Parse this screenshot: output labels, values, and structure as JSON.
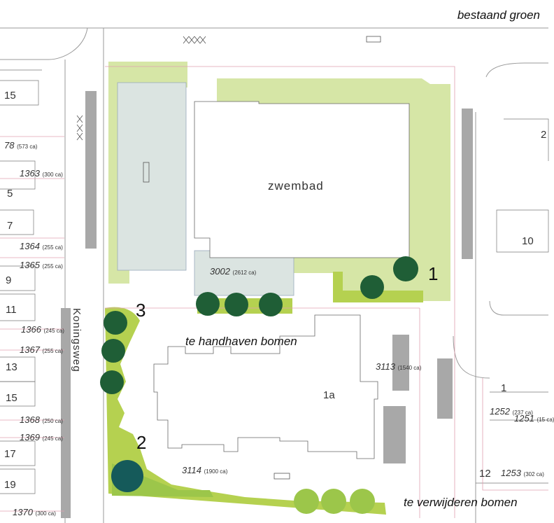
{
  "legend": {
    "existing_green": "bestaand groen",
    "keep_trees": "te handhaven bomen",
    "remove_trees": "te verwijderen bomen"
  },
  "buildings": {
    "pool": "zwembad",
    "block_1a": "1a"
  },
  "street": "Koningsweg",
  "markers": [
    "1",
    "2",
    "3"
  ],
  "parcels": [
    {
      "id": "3002",
      "area": "(2612 ca)"
    },
    {
      "id": "3113",
      "area": "(1540 ca)"
    },
    {
      "id": "3114",
      "area": "(1900 ca)"
    },
    {
      "id": "1252",
      "area": "(237 ca)"
    },
    {
      "id": "1251",
      "area": "(15 ca)"
    },
    {
      "id": "1253",
      "area": "(302 ca)"
    }
  ],
  "left_parcels": [
    {
      "id": "78",
      "area": "(573 ca)"
    },
    {
      "id": "1363",
      "area": "(300 ca)"
    },
    {
      "id": "1364",
      "area": "(255 ca)"
    },
    {
      "id": "1365",
      "area": "(255 ca)"
    },
    {
      "id": "1366",
      "area": "(245 ca)"
    },
    {
      "id": "1367",
      "area": "(255 ca)"
    },
    {
      "id": "1368",
      "area": "(250 ca)"
    },
    {
      "id": "1369",
      "area": "(245 ca)"
    },
    {
      "id": "1370",
      "area": "(300 ca)"
    }
  ],
  "house_numbers_left": [
    "15",
    "5",
    "7",
    "9",
    "11",
    "13",
    "15",
    "17",
    "19"
  ],
  "house_numbers_right": [
    "2",
    "10",
    "12",
    "1"
  ],
  "colors": {
    "light_green": "#d6e6a6",
    "mid_green": "#b5d150",
    "keep_tree": "#1f5e36",
    "remove_tree": "#9cc64a",
    "large_tree": "#155a5a",
    "grey_block": "#a8a8a8",
    "pale_blue": "#dbe4e1",
    "parcel_line": "#e0a0b0"
  }
}
